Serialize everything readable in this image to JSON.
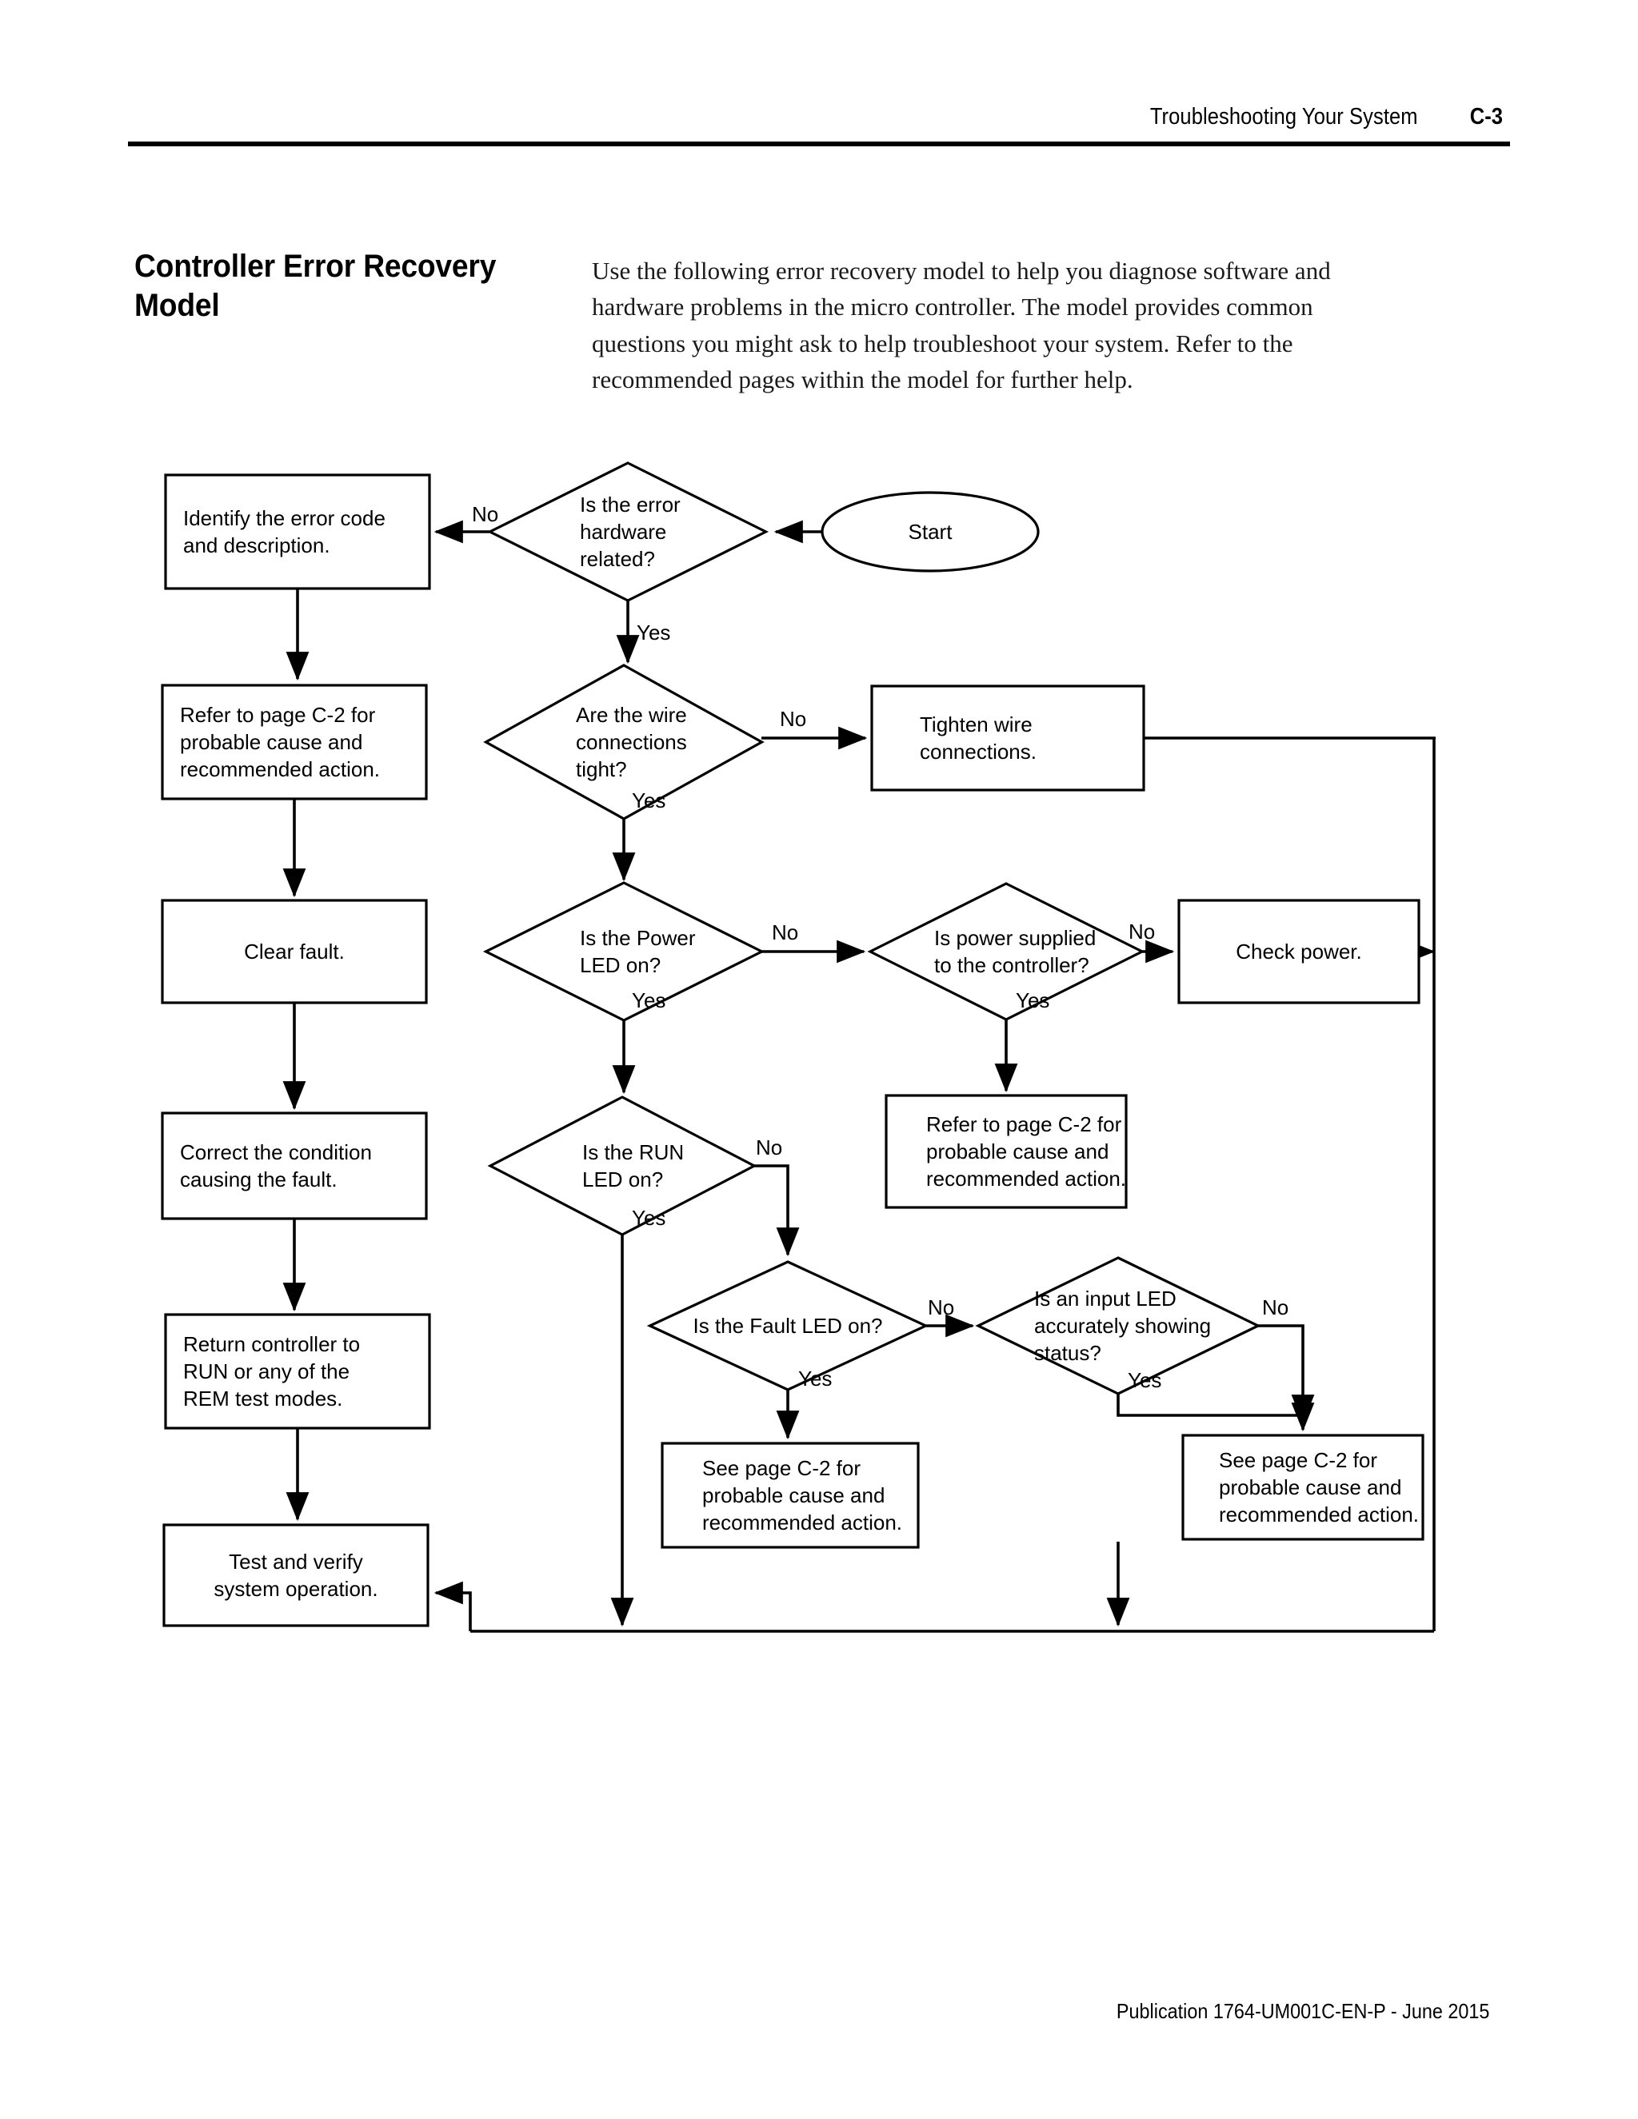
{
  "header": {
    "title": "Troubleshooting Your System",
    "page_number": "C-3"
  },
  "section": {
    "heading": "Controller Error Recovery Model",
    "intro": "Use the following error recovery model to help you diagnose software and hardware problems in the micro controller. The model provides common questions you might ask to help troubleshoot your system. Refer to the recommended pages within the model for further help."
  },
  "footer": {
    "publication": "Publication 1764-UM001C-EN-P - June 2015"
  },
  "flowchart": {
    "title": "Controller Error Recovery Model",
    "nodes": {
      "start": {
        "type": "terminator",
        "label": "Start"
      },
      "d_hardware": {
        "type": "decision",
        "label": "Is the error hardware related?"
      },
      "b_identify": {
        "type": "process",
        "label": "Identify the error code and description."
      },
      "b_refer_left": {
        "type": "process",
        "label": "Refer to page C-2 for probable cause and recommended action."
      },
      "b_clear_fault": {
        "type": "process",
        "label": "Clear fault."
      },
      "b_correct": {
        "type": "process",
        "label": "Correct the condition causing the fault."
      },
      "b_return": {
        "type": "process",
        "label": "Return controller to RUN or any of the REM test modes."
      },
      "b_test": {
        "type": "process",
        "label": "Test and verify system operation."
      },
      "d_wires": {
        "type": "decision",
        "label": "Are the wire connections tight?"
      },
      "b_tighten": {
        "type": "process",
        "label": "Tighten wire connections."
      },
      "d_power_led": {
        "type": "decision",
        "label": "Is the Power LED on?"
      },
      "d_power_supplied": {
        "type": "decision",
        "label": "Is power supplied to the controller?"
      },
      "b_check_power": {
        "type": "process",
        "label": "Check power."
      },
      "b_refer_power": {
        "type": "process",
        "label": "Refer to page C-2 for probable cause and recommended action."
      },
      "d_run_led": {
        "type": "decision",
        "label": "Is the RUN LED on?"
      },
      "d_fault_led": {
        "type": "decision",
        "label": "Is the Fault LED on?"
      },
      "d_input_led": {
        "type": "decision",
        "label": "Is an input LED accurately showing status?"
      },
      "b_see_fault": {
        "type": "process",
        "label": "See page C-2 for probable cause and recommended action."
      },
      "b_see_input": {
        "type": "process",
        "label": "See page C-2 for probable cause and recommended action."
      }
    },
    "node_lines": {
      "start": [
        "Start"
      ],
      "d_hardware": [
        "Is the error",
        "hardware",
        "related?"
      ],
      "b_identify": [
        "Identify the error code",
        "and description."
      ],
      "b_refer_left": [
        "Refer to page C-2 for",
        "probable cause and",
        "recommended action."
      ],
      "b_clear_fault": [
        "Clear fault."
      ],
      "b_correct": [
        "Correct the condition",
        "causing the fault."
      ],
      "b_return": [
        "Return controller to",
        "RUN or any of the",
        "REM test modes."
      ],
      "b_test": [
        "Test and verify",
        "system operation."
      ],
      "d_wires": [
        "Are the wire",
        "connections",
        "tight?"
      ],
      "b_tighten": [
        "Tighten wire",
        "connections."
      ],
      "d_power_led": [
        "Is the Power",
        "LED on?"
      ],
      "d_power_supplied": [
        "Is power supplied",
        "to the controller?"
      ],
      "b_check_power": [
        "Check power."
      ],
      "b_refer_power": [
        "Refer to page C-2 for",
        "probable cause and",
        "recommended action."
      ],
      "d_run_led": [
        "Is the RUN",
        "LED on?"
      ],
      "d_fault_led": [
        "Is the Fault LED on?"
      ],
      "d_input_led": [
        "Is an input LED",
        "accurately showing",
        "status?"
      ],
      "b_see_fault": [
        "See page C-2 for",
        "probable cause and",
        "recommended action."
      ],
      "b_see_input": [
        "See page C-2 for",
        "probable cause and",
        "recommended action."
      ]
    },
    "edge_labels": {
      "hardware_no": "No",
      "hardware_yes": "Yes",
      "wires_no": "No",
      "wires_yes": "Yes",
      "power_led_no": "No",
      "power_led_yes": "Yes",
      "power_supplied_no": "No",
      "power_supplied_yes": "Yes",
      "run_led_no": "No",
      "run_led_yes": "Yes",
      "fault_led_no": "No",
      "fault_led_yes": "Yes",
      "input_led_no": "No",
      "input_led_yes": "Yes"
    }
  },
  "colors": {
    "ink": "#000000",
    "page": "#ffffff"
  }
}
